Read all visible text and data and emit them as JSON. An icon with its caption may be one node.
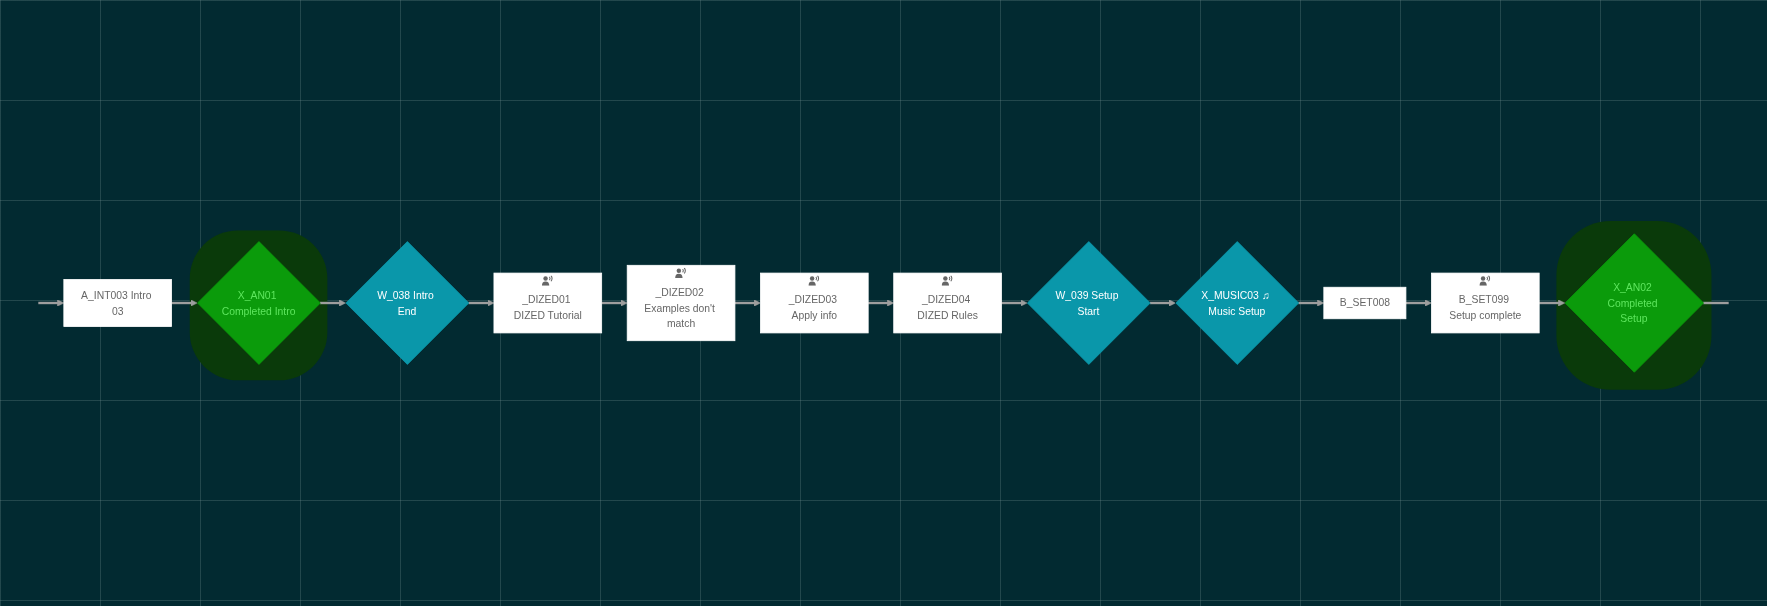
{
  "diagram": {
    "nodes": [
      {
        "text": [
          "A_INT003 Intro 03"
        ]
      },
      {
        "text": [
          "X_AN01 Completed Intro"
        ]
      },
      {
        "text": [
          "W_038 Intro End"
        ]
      },
      {
        "text": [
          "_DIZED01 DIZED Tutorial"
        ]
      },
      {
        "text": [
          "_DIZED02 Examples don't match"
        ]
      },
      {
        "text": [
          "_DIZED03 Apply info"
        ]
      },
      {
        "text": [
          "_DIZED04 DIZED Rules"
        ]
      },
      {
        "text": [
          "W_039 Setup Start"
        ]
      },
      {
        "text": [
          "X_MUSIC03 ♫ Music Setup"
        ]
      },
      {
        "text": [
          "B_SET008"
        ]
      },
      {
        "text": [
          "B_SET099 Setup complete"
        ]
      },
      {
        "text": [
          "X_AN02 Completed Setup"
        ]
      }
    ],
    "edges": [
      {
        "from": null,
        "to": 0,
        "arrow": "to"
      },
      {
        "from": 0,
        "to": 1,
        "arrow": "to"
      },
      {
        "from": 1,
        "to": 2,
        "arrow": "to"
      },
      {
        "from": 2,
        "to": 3,
        "arrow": "to"
      },
      {
        "from": 3,
        "to": 4,
        "arrow": "to"
      },
      {
        "from": 4,
        "to": 5,
        "arrow": "to"
      },
      {
        "from": 5,
        "to": 6,
        "arrow": "to"
      },
      {
        "from": 6,
        "to": 7,
        "arrow": "to"
      },
      {
        "from": 7,
        "to": 8,
        "arrow": "to"
      },
      {
        "from": 8,
        "to": 9,
        "arrow": "to"
      },
      {
        "from": 9,
        "to": 10,
        "arrow": "to"
      },
      {
        "from": 10,
        "to": 11,
        "arrow": "to"
      },
      {
        "from": 11,
        "to": null,
        "arrow": "none"
      }
    ]
  }
}
